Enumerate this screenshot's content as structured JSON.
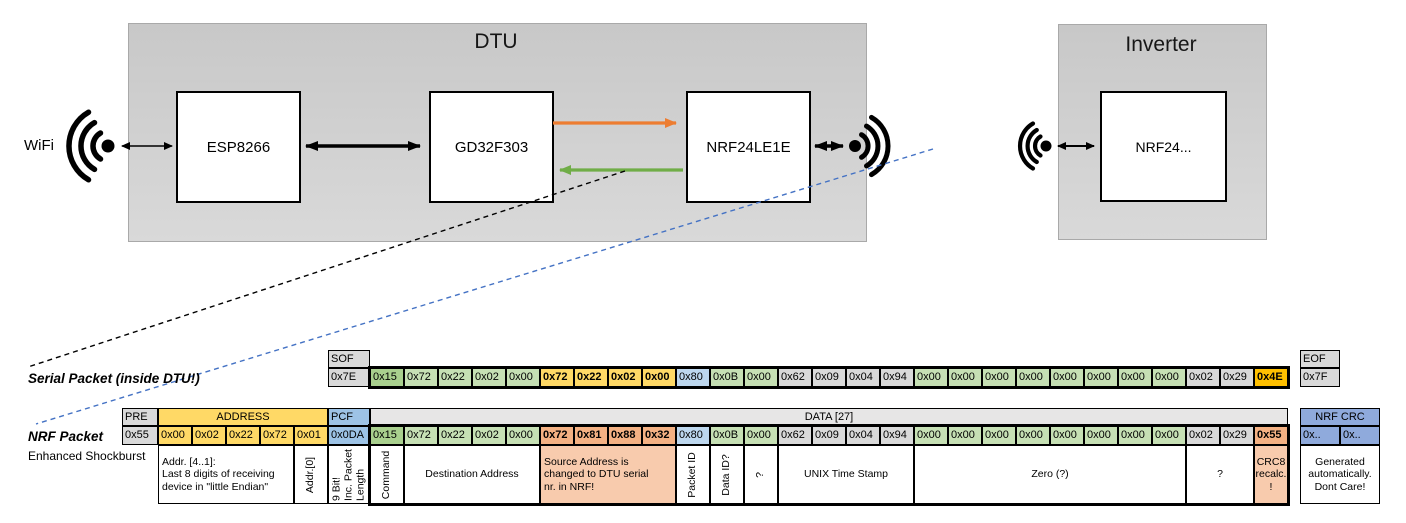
{
  "diagram": {
    "wifi_label": "WiFi",
    "dtu": {
      "title": "DTU",
      "chips": [
        "ESP8266",
        "GD32F303",
        "NRF24LE1E"
      ]
    },
    "inverter": {
      "title": "Inverter",
      "chip": "NRF24..."
    },
    "colors": {
      "orange_arrow": "#ED7D31",
      "green_arrow": "#70AD47",
      "blue_dashed": "#4472C4"
    }
  },
  "serial_packet": {
    "label": "Serial Packet (inside DTU!)",
    "sof_header": "SOF",
    "sof_value": "0x7E",
    "eof_header": "EOF",
    "eof_value": "0x7F",
    "data_cells": [
      {
        "v": "0x15",
        "c": "gdark"
      },
      {
        "v": "0x72",
        "c": "green"
      },
      {
        "v": "0x22",
        "c": "green"
      },
      {
        "v": "0x02",
        "c": "green"
      },
      {
        "v": "0x00",
        "c": "green"
      },
      {
        "v": "0x72",
        "c": "gold"
      },
      {
        "v": "0x22",
        "c": "gold"
      },
      {
        "v": "0x02",
        "c": "gold"
      },
      {
        "v": "0x00",
        "c": "gold"
      },
      {
        "v": "0x80",
        "c": "bluelt"
      },
      {
        "v": "0x0B",
        "c": "green"
      },
      {
        "v": "0x00",
        "c": "green"
      },
      {
        "v": "0x62",
        "c": "gray"
      },
      {
        "v": "0x09",
        "c": "gray"
      },
      {
        "v": "0x04",
        "c": "gray"
      },
      {
        "v": "0x94",
        "c": "gray"
      },
      {
        "v": "0x00",
        "c": "green"
      },
      {
        "v": "0x00",
        "c": "green"
      },
      {
        "v": "0x00",
        "c": "green"
      },
      {
        "v": "0x00",
        "c": "green"
      },
      {
        "v": "0x00",
        "c": "green"
      },
      {
        "v": "0x00",
        "c": "green"
      },
      {
        "v": "0x00",
        "c": "green"
      },
      {
        "v": "0x00",
        "c": "green"
      },
      {
        "v": "0x02",
        "c": "gray"
      },
      {
        "v": "0x29",
        "c": "gray"
      },
      {
        "v": "0x4E",
        "c": "amber"
      }
    ]
  },
  "nrf_packet": {
    "label": "NRF Packet",
    "sublabel": "Enhanced Shockburst",
    "headers": {
      "pre": "PRE",
      "address": "ADDRESS",
      "pcf": "PCF",
      "data": "DATA [27]",
      "crc": "NRF CRC"
    },
    "pre_value": "0x55",
    "address_values": [
      "0x00",
      "0x02",
      "0x22",
      "0x72",
      "0x01"
    ],
    "pcf_value": "0x0DA",
    "data_cells": [
      {
        "v": "0x15",
        "c": "gdark"
      },
      {
        "v": "0x72",
        "c": "green"
      },
      {
        "v": "0x22",
        "c": "green"
      },
      {
        "v": "0x02",
        "c": "green"
      },
      {
        "v": "0x00",
        "c": "green"
      },
      {
        "v": "0x72",
        "c": "salmon"
      },
      {
        "v": "0x81",
        "c": "salmon"
      },
      {
        "v": "0x88",
        "c": "salmon"
      },
      {
        "v": "0x32",
        "c": "salmon"
      },
      {
        "v": "0x80",
        "c": "bluelt"
      },
      {
        "v": "0x0B",
        "c": "green"
      },
      {
        "v": "0x00",
        "c": "green"
      },
      {
        "v": "0x62",
        "c": "gray"
      },
      {
        "v": "0x09",
        "c": "gray"
      },
      {
        "v": "0x04",
        "c": "gray"
      },
      {
        "v": "0x94",
        "c": "gray"
      },
      {
        "v": "0x00",
        "c": "green"
      },
      {
        "v": "0x00",
        "c": "green"
      },
      {
        "v": "0x00",
        "c": "green"
      },
      {
        "v": "0x00",
        "c": "green"
      },
      {
        "v": "0x00",
        "c": "green"
      },
      {
        "v": "0x00",
        "c": "green"
      },
      {
        "v": "0x00",
        "c": "green"
      },
      {
        "v": "0x00",
        "c": "green"
      },
      {
        "v": "0x02",
        "c": "gray"
      },
      {
        "v": "0x29",
        "c": "gray"
      },
      {
        "v": "0x55",
        "c": "salmon"
      }
    ],
    "crc_values": [
      "0x..",
      "0x.."
    ],
    "annotations": [
      {
        "text": "Addr. [4..1]:\nLast 8 digits of receiving\ndevice in \"little Endian\"",
        "span": 4,
        "align": "left"
      },
      {
        "text": "Addr.[0]",
        "span": 1,
        "rot": true
      },
      {
        "text": "9 Bit!\nInc. Packet\nLength",
        "span": 1,
        "rot": true
      },
      {
        "text": "Command",
        "span": 1,
        "rot": true
      },
      {
        "text": "Destination Address",
        "span": 4
      },
      {
        "text": "Source Address is\nchanged to DTU serial\nnr. in NRF!",
        "span": 4,
        "bg": "salmonlt",
        "align": "left"
      },
      {
        "text": "Packet ID",
        "span": 1,
        "rot": true
      },
      {
        "text": "Data ID?",
        "span": 1,
        "rot": true
      },
      {
        "text": "?",
        "span": 1,
        "rot": true
      },
      {
        "text": "UNIX Time Stamp",
        "span": 4
      },
      {
        "text": "Zero (?)",
        "span": 8
      },
      {
        "text": "?",
        "span": 2
      },
      {
        "text": "CRC8\nrecalc.\n!",
        "span": 1,
        "bg": "salmonlt"
      },
      {
        "text": "Generated\nautomatically.\nDont Care!",
        "span": 2,
        "gap_before": true
      }
    ]
  }
}
